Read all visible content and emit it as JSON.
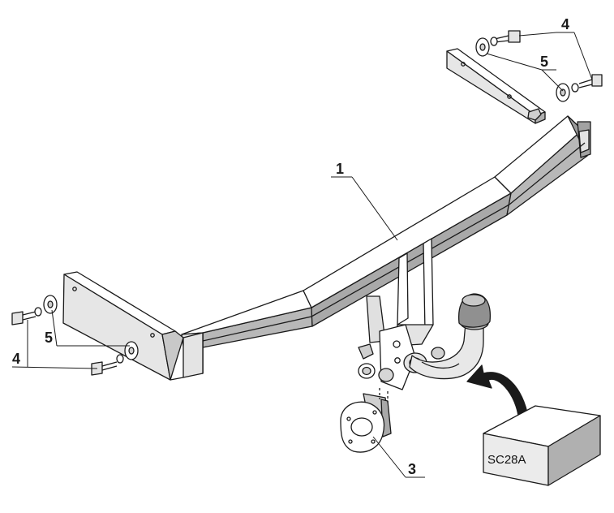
{
  "labels": {
    "bar": "1",
    "plate": "3",
    "bolt_left": "4",
    "bolt_right": "4",
    "washer_left": "5",
    "washer_right": "5"
  },
  "kit": {
    "code": "SC28A"
  },
  "colors": {
    "stroke": "#1a1a1a",
    "face_light": "#ffffff",
    "face_mid": "#e4e4e4",
    "face_dark": "#a8a8a8",
    "ball_dark": "#8c8c8c",
    "box_top": "#ffffff",
    "box_front": "#ebebeb",
    "box_side": "#b0b0b0"
  }
}
